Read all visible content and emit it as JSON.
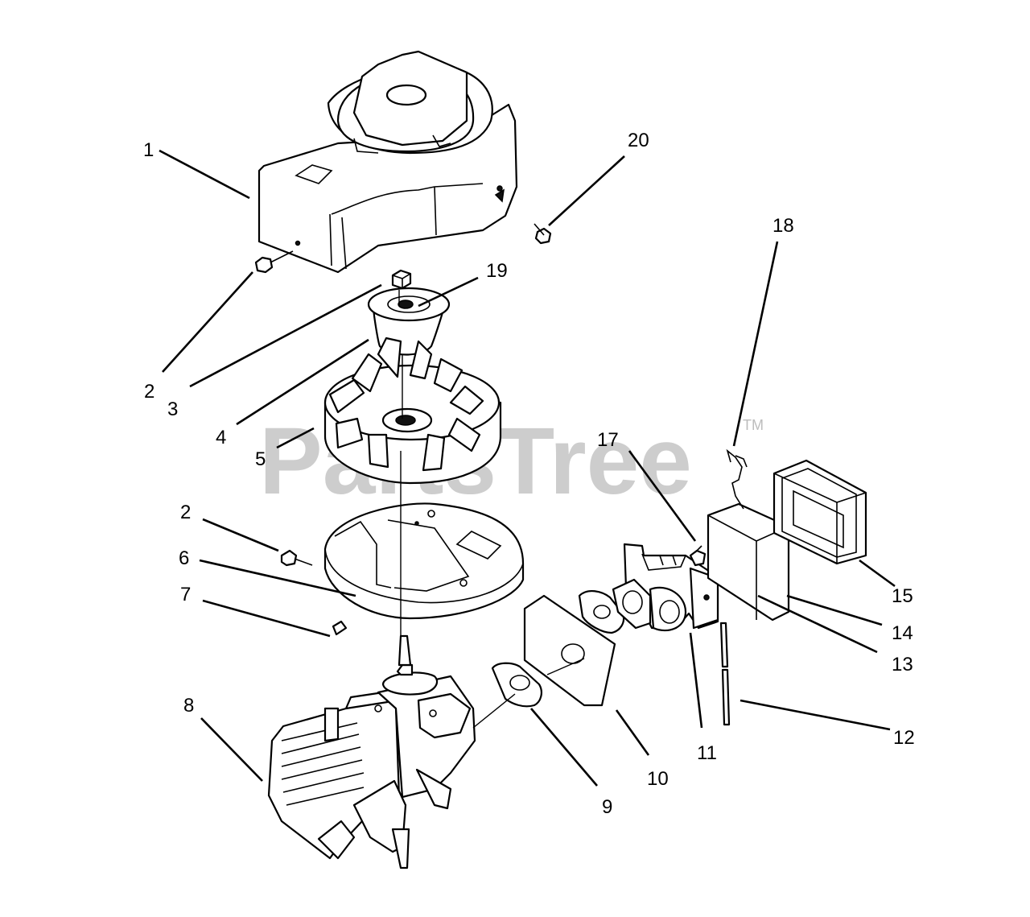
{
  "watermark": {
    "text": "PartsTree",
    "mark": "TM"
  },
  "callouts": [
    {
      "label": "1"
    },
    {
      "label": "2"
    },
    {
      "label": "3"
    },
    {
      "label": "4"
    },
    {
      "label": "5"
    },
    {
      "label": "2"
    },
    {
      "label": "6"
    },
    {
      "label": "7"
    },
    {
      "label": "8"
    },
    {
      "label": "9"
    },
    {
      "label": "10"
    },
    {
      "label": "11"
    },
    {
      "label": "12"
    },
    {
      "label": "13"
    },
    {
      "label": "14"
    },
    {
      "label": "15"
    },
    {
      "label": "17"
    },
    {
      "label": "18"
    },
    {
      "label": "19"
    },
    {
      "label": "20"
    }
  ],
  "parts": [
    {
      "icon": "blower-housing-icon"
    },
    {
      "icon": "screw-icon"
    },
    {
      "icon": "nut-icon"
    },
    {
      "icon": "starter-cup-icon"
    },
    {
      "icon": "flywheel-icon"
    },
    {
      "icon": "baffle-plate-icon"
    },
    {
      "icon": "key-icon"
    },
    {
      "icon": "engine-block-icon"
    },
    {
      "icon": "gasket-icon"
    },
    {
      "icon": "insulator-icon"
    },
    {
      "icon": "carburetor-icon"
    },
    {
      "icon": "governor-rod-icon"
    },
    {
      "icon": "primer-bulb-icon"
    },
    {
      "icon": "air-filter-element-icon"
    },
    {
      "icon": "air-filter-cover-icon"
    },
    {
      "icon": "bolt-icon"
    },
    {
      "icon": "link-spring-icon"
    }
  ]
}
